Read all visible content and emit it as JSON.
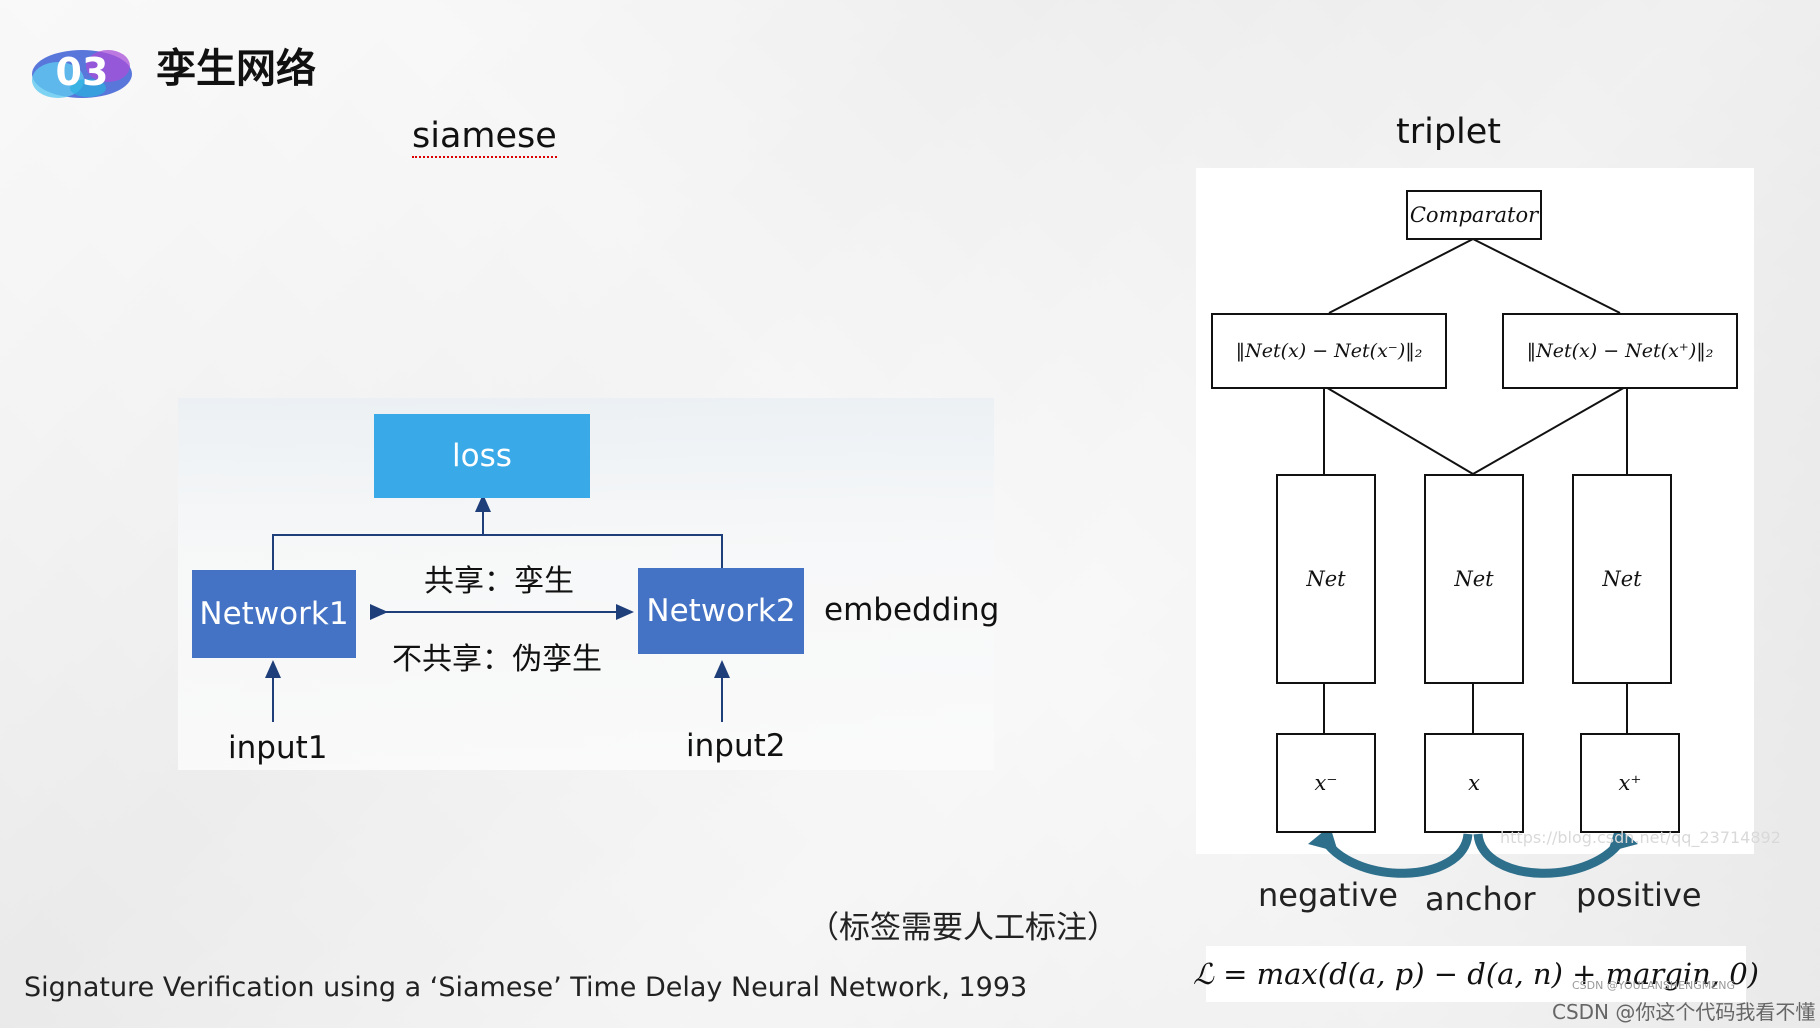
{
  "header": {
    "badge_number": "03",
    "title": "孪生网络"
  },
  "siamese": {
    "title": "siamese",
    "loss_label": "loss",
    "network1_label": "Network1",
    "network2_label": "Network2",
    "shared_text": "共享：孪生",
    "unshared_text": "不共享：伪孪生",
    "embedding_label": "embedding",
    "input1_label": "input1",
    "input2_label": "input2",
    "note": "（标签需要人工标注）"
  },
  "triplet": {
    "title": "triplet",
    "comparator_label": "Comparator",
    "dist_neg_label": "‖Net(x) − Net(x⁻)‖₂",
    "dist_pos_label": "‖Net(x) − Net(x⁺)‖₂",
    "net_labels": [
      "Net",
      "Net",
      "Net"
    ],
    "input_labels": [
      "x⁻",
      "x",
      "x⁺"
    ],
    "negative_label": "negative",
    "anchor_label": "anchor",
    "positive_label": "positive",
    "watermark": "https://blog.csdn.net/qq_23714892",
    "arrow_color": "#2e6f8c"
  },
  "formula": "ℒ = max(d(a, p) − d(a, n) + margin, 0)",
  "formula_watermark": "CSDN @YOULANSHENGMENG",
  "paper_reference": "Signature Verification using a ‘Siamese’ Time Delay Neural Network, 1993",
  "csdn_watermark": "CSDN @你这个代码我看不懂",
  "colors": {
    "loss_block": "#39a9e8",
    "network_block": "#4472c4",
    "connector": "#1f3f7a"
  }
}
